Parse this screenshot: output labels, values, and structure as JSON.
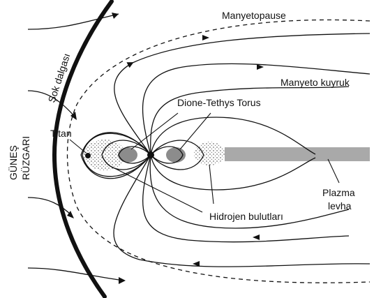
{
  "labels": {
    "sok_dalgasi": "Şok dalgası",
    "manyetopause": "Manyetopause",
    "manyeto_kuyruk": "Manyeto kuyruk",
    "dione_tethys_torus": "Dione-Tethys Torus",
    "titan": "Titan",
    "gunes": "GÜNEŞ",
    "ruzgari": "RÜZGARI",
    "plazma": "Plazma",
    "levha": "levha",
    "hidrojen_bulutlari": "Hidrojen bulutları"
  },
  "colors": {
    "line": "#111111",
    "plasma_sheet": "#a9a9a9",
    "torus": "#8c8c8c",
    "background": "#ffffff"
  }
}
